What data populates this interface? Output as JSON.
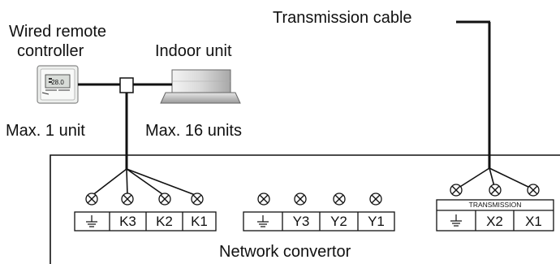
{
  "labels": {
    "remote_line1": "Wired remote",
    "remote_line2": "controller",
    "indoor_unit": "Indoor unit",
    "transmission_cable": "Transmission cable",
    "remote_max": "Max. 1 unit",
    "indoor_max": "Max. 16 units",
    "network_convertor": "Network convertor",
    "transmission_header": "TRANSMISSION"
  },
  "remote_display": "28.0",
  "terminal_blocks": {
    "block_k": [
      "K3",
      "K2",
      "K1"
    ],
    "block_y": [
      "Y3",
      "Y2",
      "Y1"
    ],
    "block_x": [
      "X2",
      "X1"
    ]
  }
}
